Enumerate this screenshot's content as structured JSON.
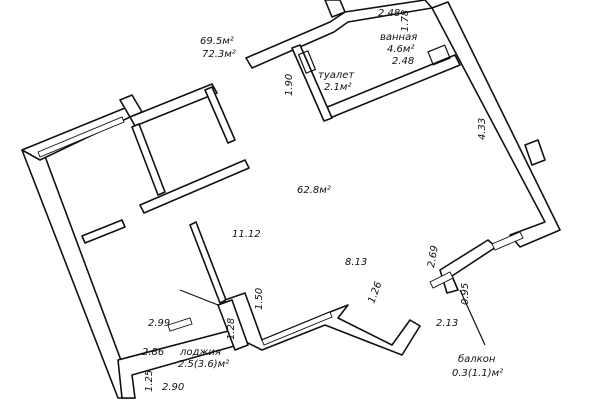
{
  "plan": {
    "total_area_living": "69.5м²",
    "total_area_full": "72.3м²",
    "main_room_area": "62.8м²",
    "bathroom": {
      "name": "ванная",
      "area": "4.6м²",
      "height": "2.48"
    },
    "toilet": {
      "name": "туалет",
      "area": "2.1м²"
    },
    "loggia": {
      "name": "лоджия",
      "area": "2.5(3.6)м²"
    },
    "balcony": {
      "name": "балкон",
      "area": "0.3(1.1)м²"
    },
    "dims": {
      "top_248": "2.48",
      "top_178": "1.78",
      "toilet_190": "1.90",
      "right_433": "4.33",
      "mid_1112": "11.12",
      "mid_813": "8.13",
      "d_269": "2.69",
      "d_126": "1.26",
      "d_095": "0.95",
      "d_213": "2.13",
      "d_150": "1.50",
      "d_299": "2.99",
      "d_128": "1.28",
      "d_286": "2.86",
      "d_125": "1.25",
      "d_290": "2.90"
    }
  }
}
